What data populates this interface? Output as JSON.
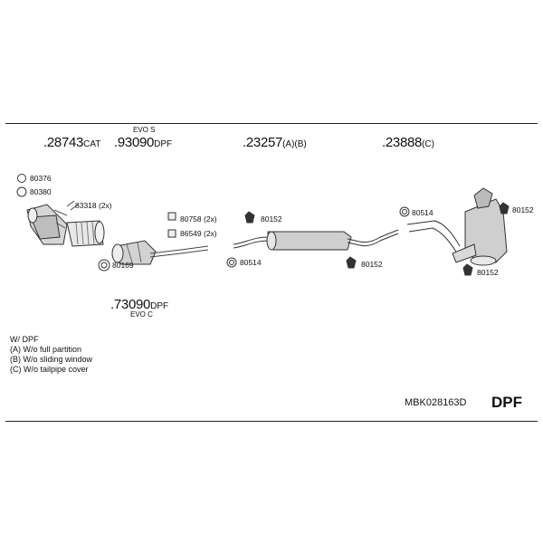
{
  "top_labels": {
    "evo_s": "EVO S",
    "evo_c": "EVO C"
  },
  "parts": {
    "p28743": {
      "num": ".28743",
      "suffix": "CAT"
    },
    "p93090": {
      "num": ".93090",
      "suffix": "DPF"
    },
    "p23257": {
      "num": ".23257",
      "suffix": "(A)(B)"
    },
    "p23888": {
      "num": ".23888",
      "suffix": "(C)"
    },
    "p73090": {
      "num": ".73090",
      "suffix": "DPF"
    }
  },
  "small_parts": {
    "s80376": "80376",
    "s80380": "80380",
    "s83318": "83318 (2x)",
    "s80169": "80169",
    "s80758": "80758 (2x)",
    "s86549": "86549 (2x)",
    "s80514a": "80514",
    "s80152a": "80152",
    "s80152b": "80152",
    "s80514b": "80514",
    "s80152c": "80152",
    "s80152d": "80152"
  },
  "notes": [
    "W/ DPF",
    "(A) W/o full partition",
    "(B) W/o sliding window",
    "(C) W/o tailpipe cover"
  ],
  "kit_code": "MBK028163D",
  "kit_type": "DPF"
}
